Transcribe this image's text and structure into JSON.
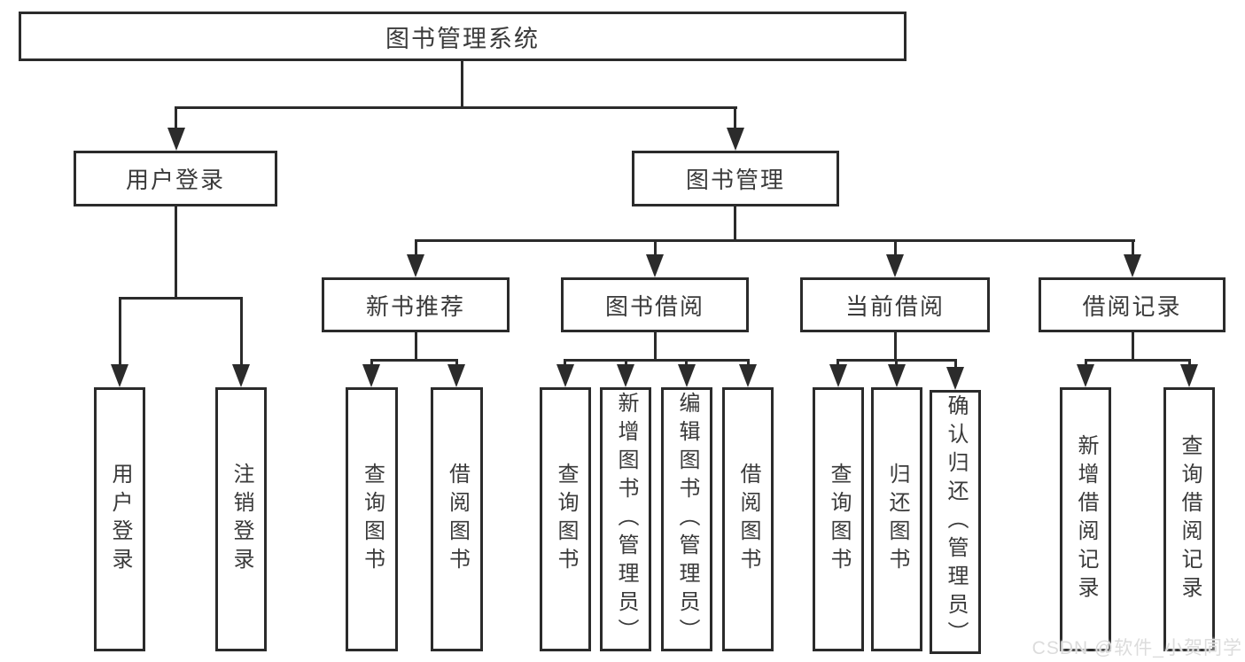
{
  "diagram": {
    "root": {
      "label": "图书管理系统"
    },
    "level2": [
      {
        "label": "用户登录"
      },
      {
        "label": "图书管理"
      }
    ],
    "level3": [
      {
        "label": "新书推荐"
      },
      {
        "label": "图书借阅"
      },
      {
        "label": "当前借阅"
      },
      {
        "label": "借阅记录"
      }
    ],
    "leaves": {
      "user_login": [
        {
          "label": "用户登录"
        },
        {
          "label": "注销登录"
        }
      ],
      "new_book_recommend": [
        {
          "label": "查询图书"
        },
        {
          "label": "借阅图书"
        }
      ],
      "book_borrow": [
        {
          "label": "查询图书"
        },
        {
          "label": "新增图书（管理员）"
        },
        {
          "label": "编辑图书（管理员）"
        },
        {
          "label": "借阅图书"
        }
      ],
      "current_borrow": [
        {
          "label": "查询图书"
        },
        {
          "label": "归还图书"
        },
        {
          "label": "确认归还（管理员）"
        }
      ],
      "borrow_records": [
        {
          "label": "新增借阅记录"
        },
        {
          "label": "查询借阅记录"
        }
      ]
    },
    "watermark": "CSDN @软件_小贺同学",
    "colors": {
      "line": "#2b2b2b",
      "text": "#3a3a3a",
      "background": "#ffffff",
      "watermark": "#dcdcdc"
    }
  }
}
